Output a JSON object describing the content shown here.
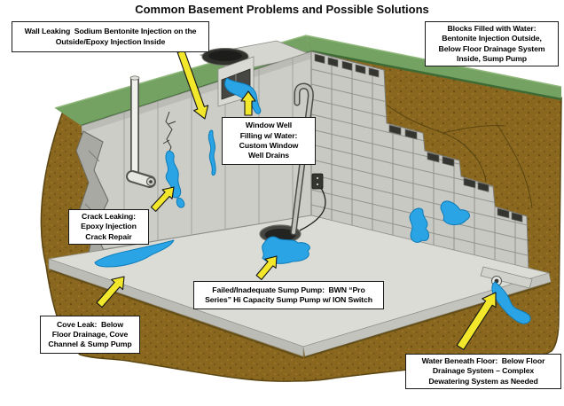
{
  "title": "Common Basement Problems and Possible Solutions",
  "colors": {
    "water": "#2aa4e4",
    "arrow": "#f3e72b",
    "grass": "#74a263",
    "dirt": "#8a671e",
    "concrete_wall": "#cdcdc7",
    "block_wall": "#c9c9c3",
    "floor": "#dcdcd6"
  },
  "callouts": {
    "wall_leaking": {
      "text": "Wall Leaking  Sodium Bentonite Injection on the\nOutside/Epoxy Injection Inside"
    },
    "blocks_filled": {
      "text": "Blocks Filled with Water:\nBentonite Injection Outside,\nBelow Floor Drainage System\nInside, Sump Pump"
    },
    "window_well": {
      "text": "Window Well\nFilling w/ Water:\nCustom Window\nWell Drains"
    },
    "crack_leaking": {
      "text": "Crack Leaking:\nEpoxy Injection\nCrack Repair"
    },
    "sump_pump": {
      "text": "Failed/Inadequate Sump Pump:  BWN “Pro\nSeries” Hi Capacity Sump Pump w/ ION Switch"
    },
    "cove_leak": {
      "text": "Cove Leak:  Below\nFloor Drainage, Cove\nChannel & Sump Pump"
    },
    "water_beneath": {
      "text": "Water Beneath Floor:  Below Floor\nDrainage System – Complex\nDewatering System as Needed"
    }
  }
}
